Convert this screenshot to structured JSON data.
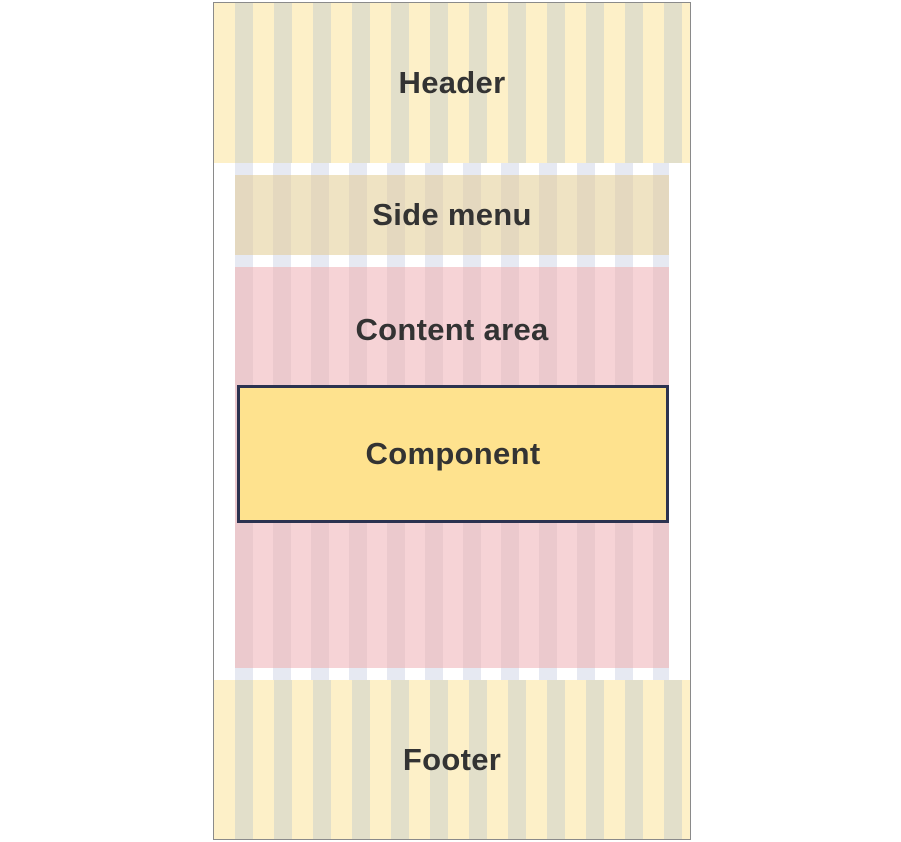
{
  "diagram": {
    "header": {
      "label": "Header"
    },
    "side_menu": {
      "label": "Side menu"
    },
    "content_area": {
      "label": "Content area"
    },
    "component": {
      "label": "Component"
    },
    "footer": {
      "label": "Footer"
    }
  },
  "colors": {
    "header_footer": "#fdf0c8",
    "column_overlay": "#e2dfca",
    "side_menu": "#efe3c3",
    "content_area": "#f6d3d6",
    "component_fill": "#fee28e",
    "component_border": "#2c3350",
    "text": "#333333"
  }
}
